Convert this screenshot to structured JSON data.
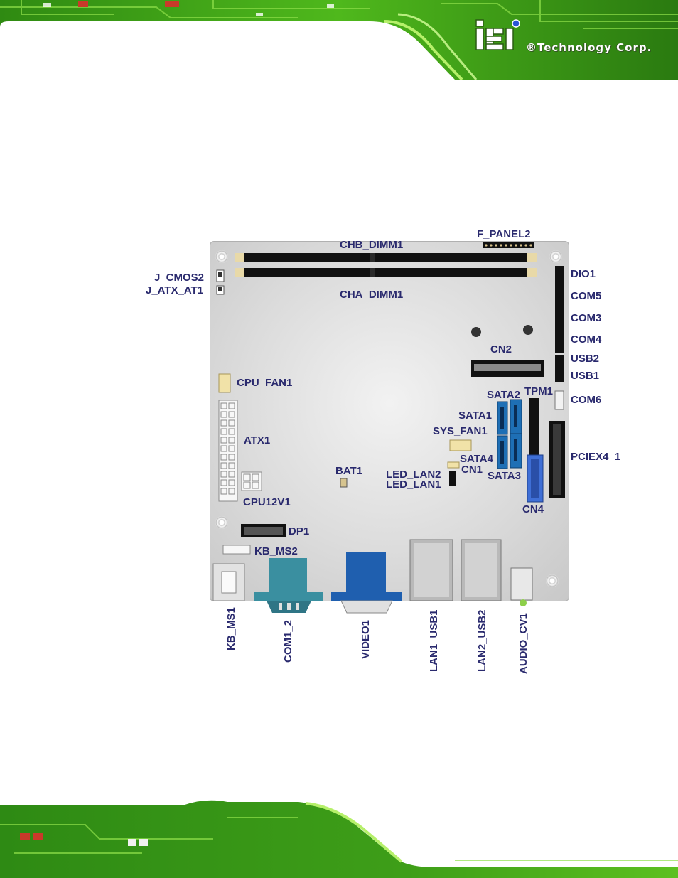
{
  "header": {
    "brand": "®Technology Corp.",
    "logo": "iEi"
  },
  "labels": {
    "chb_dimm1": "CHB_DIMM1",
    "cha_dimm1": "CHA_DIMM1",
    "f_panel2": "F_PANEL2",
    "j_cmos2": "J_CMOS2",
    "j_atx_at1": "J_ATX_AT1",
    "dio1": "DIO1",
    "com5": "COM5",
    "com3": "COM3",
    "com4": "COM4",
    "usb2": "USB2",
    "usb1": "USB1",
    "com6": "COM6",
    "cn2": "CN2",
    "cpu_fan1": "CPU_FAN1",
    "sata2": "SATA2",
    "tpm1": "TPM1",
    "sata1": "SATA1",
    "sys_fan1": "SYS_FAN1",
    "atx1": "ATX1",
    "pciex4_1": "PCIEX4_1",
    "sata4": "SATA4",
    "cn1": "CN1",
    "bat1": "BAT1",
    "led_lan2": "LED_LAN2",
    "led_lan1": "LED_LAN1",
    "sata3": "SATA3",
    "cpu12v1": "CPU12V1",
    "cn4": "CN4",
    "dp1": "DP1",
    "kb_ms2": "KB_MS2",
    "kb_ms1": "KB_MS1",
    "com1_2": "COM1_2",
    "video1": "VIDEO1",
    "lan1_usb1": "LAN1_USB1",
    "lan2_usb2": "LAN2_USB2",
    "audio_cv1": "AUDIO_CV1"
  },
  "colors": {
    "label": "#2a2a6e",
    "sata": "#1e6fb5",
    "serial": "#3a8fa0",
    "vga": "#1f5faf",
    "banner_green": "#66cc22"
  }
}
